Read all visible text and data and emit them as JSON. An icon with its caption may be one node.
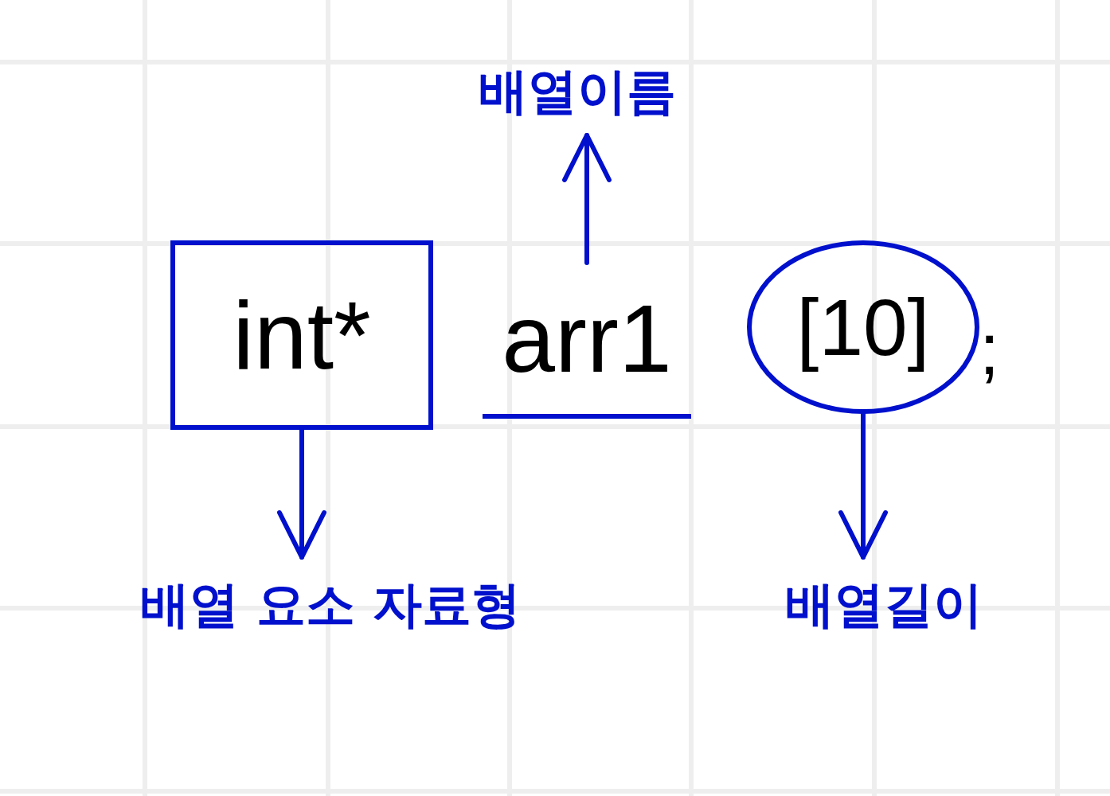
{
  "diagram": {
    "nodes": [
      {
        "text": [
          "int*"
        ]
      },
      {
        "text": [
          "arr1"
        ]
      },
      {
        "text": [
          "[10]"
        ]
      },
      {
        "text": [
          "배열이름"
        ]
      },
      {
        "text": [
          "배열 요소 자료형"
        ]
      },
      {
        "text": [
          "배열길이"
        ]
      }
    ],
    "edges": [
      {
        "from": 1,
        "to": 3,
        "arrow": "to"
      },
      {
        "from": 0,
        "to": 4,
        "arrow": "to"
      },
      {
        "from": 2,
        "to": 5,
        "arrow": "to"
      }
    ],
    "labels": [
      ";"
    ]
  }
}
